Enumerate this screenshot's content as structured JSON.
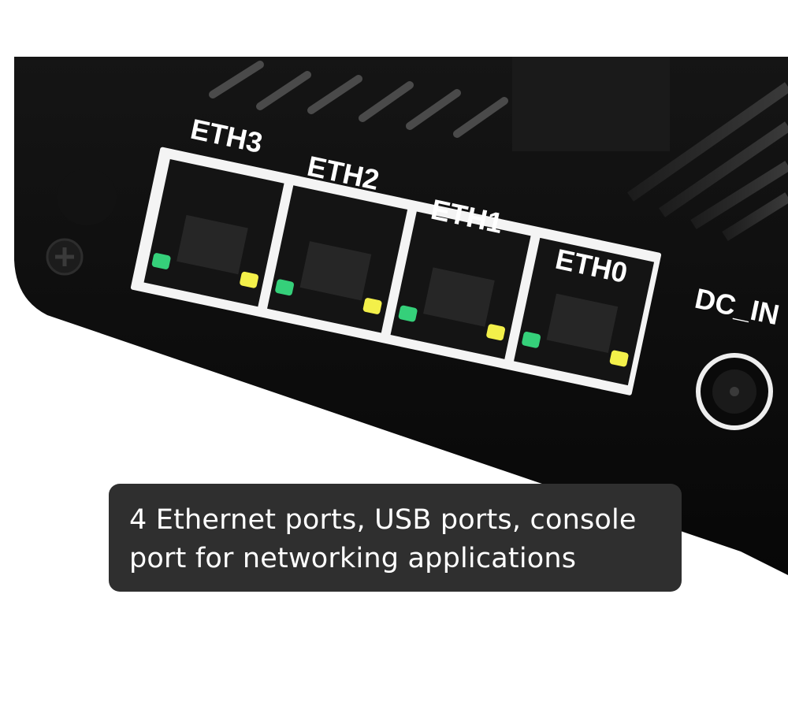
{
  "device": {
    "port_labels": [
      "ETH3",
      "ETH2",
      "ETH1",
      "ETH0"
    ],
    "power_label": "DC_IN",
    "led_colors": {
      "link": "#35d07a",
      "activity": "#f3f04a"
    },
    "body_color": "#0b0b0b"
  },
  "caption": {
    "text": "4 Ethernet ports, USB ports, console port for networking applications"
  }
}
